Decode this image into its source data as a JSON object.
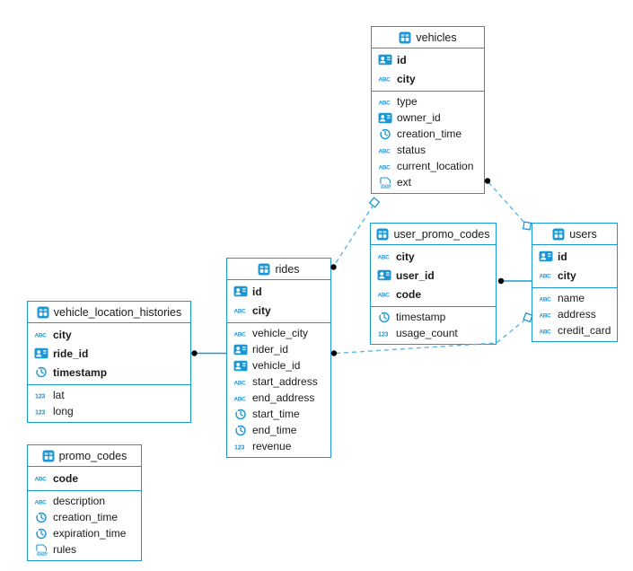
{
  "diagram": {
    "kind": "database-schema-er-diagram",
    "colors": {
      "accent": "#1b97d5",
      "dashed_line": "#5fb6e4",
      "marker_dot": "#000000",
      "marker_diamond_fill": "#ffffff",
      "text": "#1a1a1a",
      "background": "#ffffff"
    },
    "icon_legend": {
      "table": "table-grid-icon",
      "uuid": "id-badge-icon",
      "string": "abc-string-icon",
      "timestamp": "clock-icon",
      "int": "123-number-icon",
      "jsonb": "json-document-icon"
    },
    "tables": [
      {
        "name": "vehicles",
        "primary_fields": [
          {
            "label": "id",
            "icon": "id-badge-icon"
          },
          {
            "label": "city",
            "icon": "abc-string-icon"
          }
        ],
        "fields": [
          {
            "label": "type",
            "icon": "abc-string-icon"
          },
          {
            "label": "owner_id",
            "icon": "id-badge-icon"
          },
          {
            "label": "creation_time",
            "icon": "clock-icon"
          },
          {
            "label": "status",
            "icon": "abc-string-icon"
          },
          {
            "label": "current_location",
            "icon": "abc-string-icon"
          },
          {
            "label": "ext",
            "icon": "json-document-icon"
          }
        ]
      },
      {
        "name": "user_promo_codes",
        "primary_fields": [
          {
            "label": "city",
            "icon": "abc-string-icon"
          },
          {
            "label": "user_id",
            "icon": "id-badge-icon"
          },
          {
            "label": "code",
            "icon": "abc-string-icon"
          }
        ],
        "fields": [
          {
            "label": "timestamp",
            "icon": "clock-icon"
          },
          {
            "label": "usage_count",
            "icon": "123-number-icon"
          }
        ]
      },
      {
        "name": "users",
        "primary_fields": [
          {
            "label": "id",
            "icon": "id-badge-icon"
          },
          {
            "label": "city",
            "icon": "abc-string-icon"
          }
        ],
        "fields": [
          {
            "label": "name",
            "icon": "abc-string-icon"
          },
          {
            "label": "address",
            "icon": "abc-string-icon"
          },
          {
            "label": "credit_card",
            "icon": "abc-string-icon"
          }
        ]
      },
      {
        "name": "rides",
        "primary_fields": [
          {
            "label": "id",
            "icon": "id-badge-icon"
          },
          {
            "label": "city",
            "icon": "abc-string-icon"
          }
        ],
        "fields": [
          {
            "label": "vehicle_city",
            "icon": "abc-string-icon"
          },
          {
            "label": "rider_id",
            "icon": "id-badge-icon"
          },
          {
            "label": "vehicle_id",
            "icon": "id-badge-icon"
          },
          {
            "label": "start_address",
            "icon": "abc-string-icon"
          },
          {
            "label": "end_address",
            "icon": "abc-string-icon"
          },
          {
            "label": "start_time",
            "icon": "clock-icon"
          },
          {
            "label": "end_time",
            "icon": "clock-icon"
          },
          {
            "label": "revenue",
            "icon": "123-number-icon"
          }
        ]
      },
      {
        "name": "vehicle_location_histories",
        "primary_fields": [
          {
            "label": "city",
            "icon": "abc-string-icon"
          },
          {
            "label": "ride_id",
            "icon": "id-badge-icon"
          },
          {
            "label": "timestamp",
            "icon": "clock-icon"
          }
        ],
        "fields": [
          {
            "label": "lat",
            "icon": "123-number-icon"
          },
          {
            "label": "long",
            "icon": "123-number-icon"
          }
        ]
      },
      {
        "name": "promo_codes",
        "primary_fields": [
          {
            "label": "code",
            "icon": "abc-string-icon"
          }
        ],
        "fields": [
          {
            "label": "description",
            "icon": "abc-string-icon"
          },
          {
            "label": "creation_time",
            "icon": "clock-icon"
          },
          {
            "label": "expiration_time",
            "icon": "clock-icon"
          },
          {
            "label": "rules",
            "icon": "json-document-icon"
          }
        ]
      }
    ],
    "connections": [
      {
        "from": "vehicle_location_histories",
        "to": "rides",
        "line_style": "solid",
        "from_marker": "dot",
        "to_marker": "none"
      },
      {
        "from": "user_promo_codes",
        "to": "users",
        "line_style": "solid",
        "from_marker": "dot",
        "to_marker": "none"
      },
      {
        "from": "vehicles",
        "to": "rides",
        "line_style": "dashed",
        "from_marker": "diamond",
        "to_marker": "dot"
      },
      {
        "from": "vehicles",
        "to": "users",
        "line_style": "dashed",
        "from_marker": "dot",
        "to_marker": "diamond"
      },
      {
        "from": "rides",
        "to": "users",
        "line_style": "dashed",
        "from_marker": "dot",
        "to_marker": "diamond"
      }
    ]
  }
}
